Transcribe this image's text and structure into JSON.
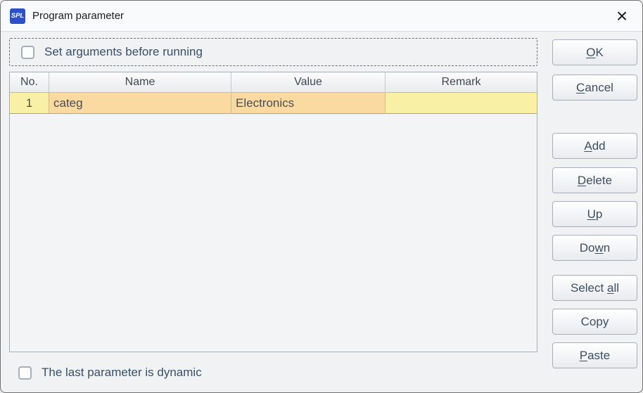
{
  "window": {
    "title": "Program parameter",
    "app_icon_text": "SPL",
    "close_glyph": "×"
  },
  "options": {
    "set_arguments": {
      "label": "Set arguments before running",
      "checked": false
    },
    "dynamic_last": {
      "label": "The last parameter is dynamic",
      "checked": false
    }
  },
  "table": {
    "columns": [
      "No.",
      "Name",
      "Value",
      "Remark"
    ],
    "rows": [
      {
        "no": "1",
        "name": "categ",
        "value": "Electronics",
        "remark": ""
      }
    ]
  },
  "buttons": {
    "ok": {
      "pre": "",
      "key": "O",
      "post": "K"
    },
    "cancel": {
      "pre": "",
      "key": "C",
      "post": "ancel"
    },
    "add": {
      "pre": "",
      "key": "A",
      "post": "dd"
    },
    "delete": {
      "pre": "",
      "key": "D",
      "post": "elete"
    },
    "up": {
      "pre": "",
      "key": "U",
      "post": "p"
    },
    "down": {
      "pre": "Do",
      "key": "w",
      "post": "n"
    },
    "select_all": {
      "pre": "Select ",
      "key": "a",
      "post": "ll"
    },
    "copy": {
      "pre": "Copy",
      "key": "",
      "post": ""
    },
    "paste": {
      "pre": "",
      "key": "P",
      "post": "aste"
    }
  },
  "colors": {
    "app_icon_bg": "#2B50C8",
    "row_highlight_yellow": "#F8F1A5",
    "row_highlight_orange": "#FBDAA1",
    "dialog_bg": "#F0F2F4",
    "label_text": "#3A4F66",
    "button_text": "#3E4E5F"
  }
}
